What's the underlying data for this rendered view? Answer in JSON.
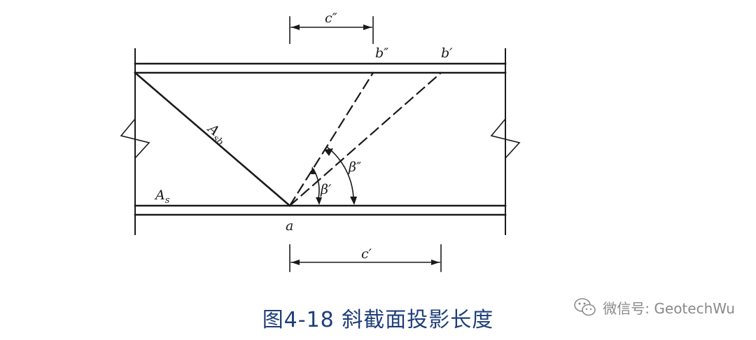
{
  "labels": {
    "c_double_prime": "c″",
    "b_double_prime": "b″",
    "b_prime": "b′",
    "A_sb_main": "A",
    "A_sb_sub": "sb",
    "beta_double_prime": "β″",
    "beta_prime": "β′",
    "A_s_main": "A",
    "A_s_sub": "s",
    "a": "a",
    "c_prime": "c′"
  },
  "caption": "图4-18  斜截面投影长度",
  "watermark": {
    "text": "微信号: GeotechWu",
    "icon": "wechat-icon"
  },
  "colors": {
    "line": "#1a1a1a",
    "caption": "#1f3f7a",
    "watermark": "#8a8a8a"
  }
}
